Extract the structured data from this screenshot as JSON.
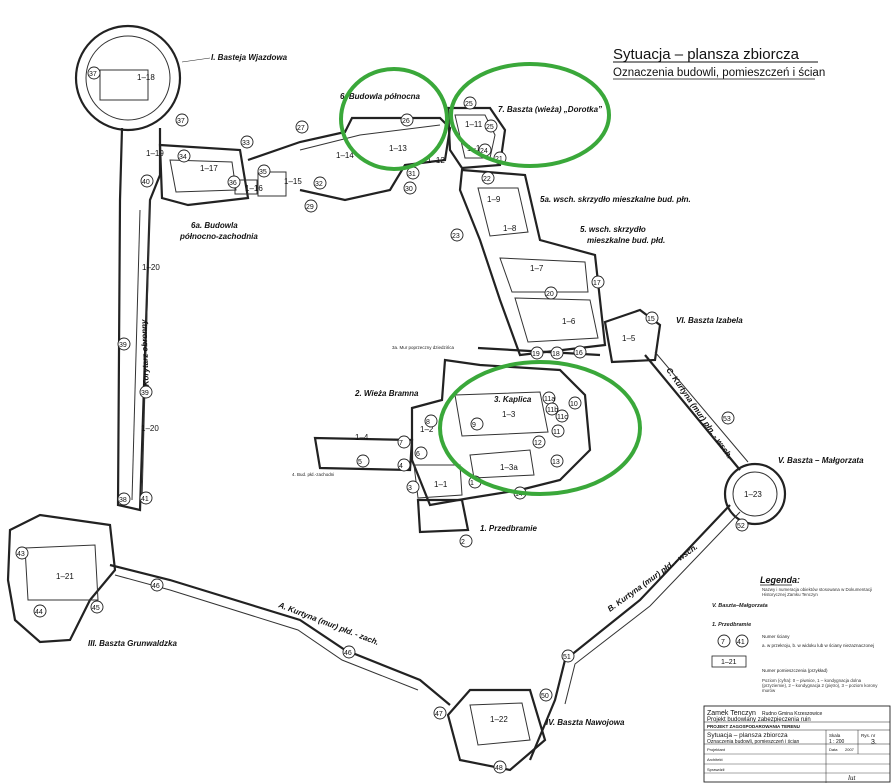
{
  "title": {
    "main": "Sytuacja – plansza zbiorcza",
    "sub": "Oznaczenia  budowli, pomieszczeń i ścian"
  },
  "labels": {
    "bastion_1": "I. Basteja Wjazdowa",
    "bastion_2": "II. Korytarz obronny",
    "bastion_3": "III. Baszta Grunwaldzka",
    "bastion_4": "IV. Baszta Nawojowa",
    "bastion_5": "V. Baszta – Małgorzata",
    "bastion_6": "VI. Baszta Izabela",
    "b6_north": "6. Budowla północna",
    "b7": "7. Baszta (wieża)  „Dorotka”",
    "b6a_1": "6a. Budowla",
    "b6a_2": "północno-zachodnia",
    "b5a": "5a. wsch. skrzydło mieszkalne bud. płn.",
    "b5_1": "5. wsch. skrzydło",
    "b5_2": "mieszkalne bud. płd.",
    "b3a": "3a. Mur poprzeczny dziedzińca",
    "b2": "2. Wieża Bramna",
    "b3": "3. Kaplica",
    "b4": "4. Bud. płd.-zachodni",
    "b1": "1. Przedbramie",
    "curtain_a": "A. Kurtyna (mur) płd. - zach.",
    "curtain_b": "B. Kurtyna (mur) płd. - wsch.",
    "curtain_c": "C. Kurtyna (mur) płn. - wsch."
  },
  "rooms": {
    "r1_18": "1–18",
    "r1_19": "1–19",
    "r1_17": "1–17",
    "r1_16": "1–16",
    "r1_15": "1–15",
    "r1_14": "1–14",
    "r1_13": "1–13",
    "r1_12": "1–12",
    "r1_11": "1–11",
    "r1_10": "1–10",
    "r1_9": "1–9",
    "r1_8": "1–8",
    "r1_7": "1–7",
    "r1_6": "1–6",
    "r1_5": "1–5",
    "r1_20a": "1–20",
    "r1_20b": "1–20",
    "r1_4": "1–4",
    "r1_3": "1–3",
    "r1_3a": "1–3a",
    "r1_2": "1–2",
    "r1_1": "1–1",
    "r1_21": "1–21",
    "r1_22": "1–22",
    "r1_23": "1–23"
  },
  "walls": {
    "w37": "37",
    "w37b": "37",
    "w33": "33",
    "w27": "27",
    "w26": "26",
    "w25": "25",
    "w25b": "25",
    "w24": "24",
    "w21": "21",
    "w22": "22",
    "w34": "34",
    "w36": "36",
    "w40": "40",
    "w35": "35",
    "w32": "32",
    "w31": "31",
    "w30": "30",
    "w29": "29",
    "w23": "23",
    "w20": "20",
    "w19": "19",
    "w18": "18",
    "w17": "17",
    "w16": "16",
    "w15": "15",
    "w39": "39",
    "w39b": "39",
    "w38": "38",
    "w41": "41",
    "w43": "43",
    "w44": "44",
    "w45": "45",
    "w46": "46",
    "w46b": "46",
    "w47": "47",
    "w48": "48",
    "w50": "50",
    "w51": "51",
    "w52": "52",
    "w53": "53",
    "w14": "14",
    "w13": "13",
    "w12": "12",
    "w11": "11",
    "w11a": "11a",
    "w11b": "11b",
    "w11c": "11c",
    "w10": "10",
    "w9": "9",
    "w8": "8",
    "w7": "7",
    "w6": "6",
    "w5": "5",
    "w4": "4",
    "w3": "3",
    "w2": "2",
    "w1": "1"
  },
  "legend": {
    "heading": "Legenda:",
    "item_tower": "V. Baszta–Małgorzata",
    "item_bldg": "1. Przedbramie",
    "item_wall_label": "Numer ściany",
    "item_wall_desc": "a. w przekroju,  b. w widoku lub w ściany niezaznaczonej",
    "wall_a": "7",
    "wall_b": "41",
    "item_room_value": "1–21",
    "item_room_desc": "Numer pomieszczenia (przykład)",
    "floor_desc": "Poziom (cyfra):  0 – piwnice,  1 – kondygnacja dolna (przyziemie),  2 – kondygnacja 2 (piętro),  3 – poziom korony murów",
    "note": "Nazwy i numeracja obiektów stosowana w Dokumentacji Historycznej Zamku Tenczyn"
  },
  "titleblock": {
    "project": "Zamek Tenczyn",
    "location": "Rudno Gmina Krzeszowice",
    "subtitle": "Projekt budowlany zabezpieczenia ruin",
    "stage": "PROJEKT ZAGOSPODAROWANIA TERENU",
    "sheet_title": "Sytuacja – plansza zbiorcza",
    "sheet_sub": "Oznaczenia budowli, pomieszczeń i ścian",
    "scale_label": "Skala",
    "scale": "1 : 200",
    "fig_label": "Rys. nr",
    "fig": "3.",
    "sig": "lut",
    "row1": "Projektant",
    "row2": "Architekt",
    "row3": "Sprawdził",
    "date_label": "Data",
    "date_val": "2007"
  },
  "colors": {
    "highlight": "#3aa83a",
    "ink": "#222222"
  }
}
